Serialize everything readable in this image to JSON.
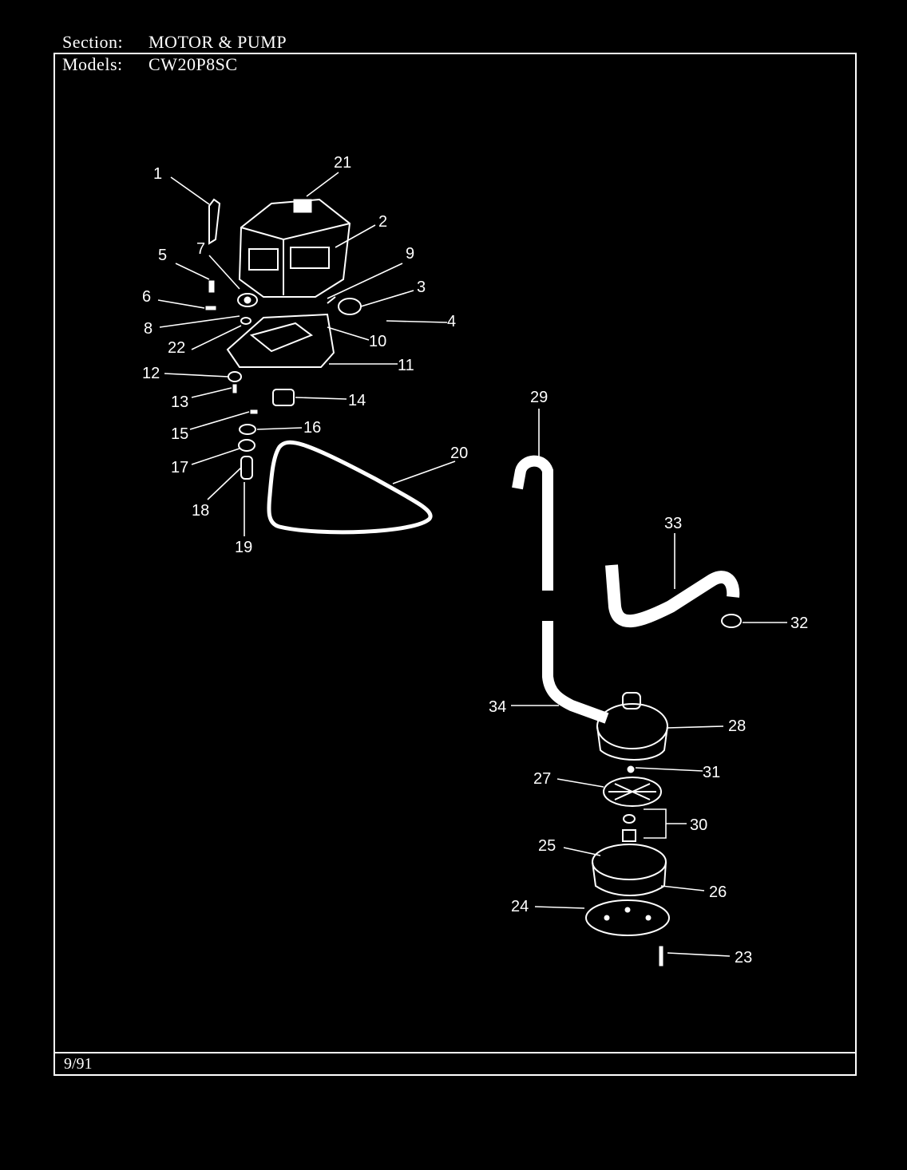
{
  "header": {
    "section_label": "Section:",
    "section_value": "MOTOR & PUMP",
    "models_label": "Models:",
    "models_value": "CW20P8SC"
  },
  "footer": {
    "date": "9/91"
  },
  "callouts": [
    "1",
    "2",
    "3",
    "4",
    "5",
    "6",
    "7",
    "8",
    "9",
    "10",
    "11",
    "12",
    "13",
    "14",
    "15",
    "16",
    "17",
    "18",
    "19",
    "20",
    "21",
    "22",
    "23",
    "24",
    "25",
    "26",
    "27",
    "28",
    "29",
    "30",
    "31",
    "32",
    "33",
    "34"
  ]
}
